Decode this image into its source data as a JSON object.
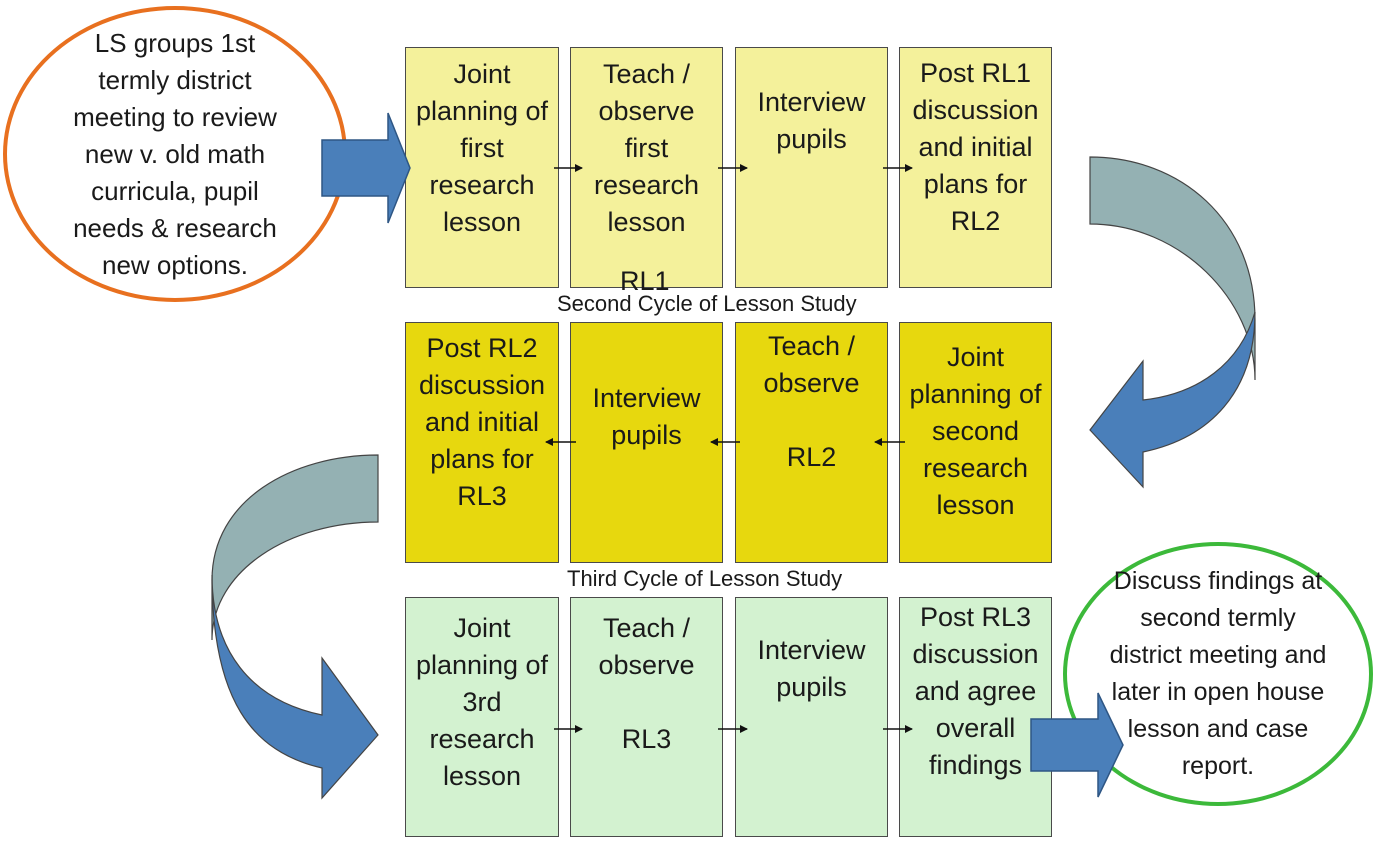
{
  "intro": "LS groups 1st\ntermly district\nmeeting to review\nnew v. old math\ncurricula, pupil\nneeds & research\nnew options.",
  "cycle1": {
    "label": "RL1",
    "boxes": [
      "Joint\nplanning of\nfirst\nresearch\nlesson",
      "Teach /\nobserve\nfirst\nresearch\nlesson",
      "Interview\npupils",
      "Post RL1\ndiscussion\nand initial\nplans for\nRL2"
    ]
  },
  "cycle2": {
    "title": "Second Cycle of Lesson Study",
    "boxes": [
      "Post RL2\ndiscussion\nand initial\nplans for\nRL3",
      "Interview\npupils",
      "Teach /\nobserve\n\nRL2",
      "Joint\nplanning of\nsecond\nresearch\nlesson"
    ]
  },
  "cycle3": {
    "title": "Third Cycle of Lesson Study",
    "boxes": [
      "Joint\nplanning of\n3rd\nresearch\nlesson",
      "Teach /\nobserve\n\nRL3",
      "Interview\npupils",
      "Post RL3\ndiscussion\nand    agree\noverall\nfindings"
    ]
  },
  "outro": "Discuss findings at\nsecond termly\ndistrict meeting and\nlater in open house\nlesson and case\nreport.",
  "colors": {
    "cycle1": "#f4f19b",
    "cycle2": "#e7d80e",
    "cycle3": "#d3f2d0",
    "arrow_blue": "#4a7fba",
    "arrow_teal": "#94b1b3",
    "oval_start_border": "#e8701f",
    "oval_end_border": "#3cb93a"
  }
}
